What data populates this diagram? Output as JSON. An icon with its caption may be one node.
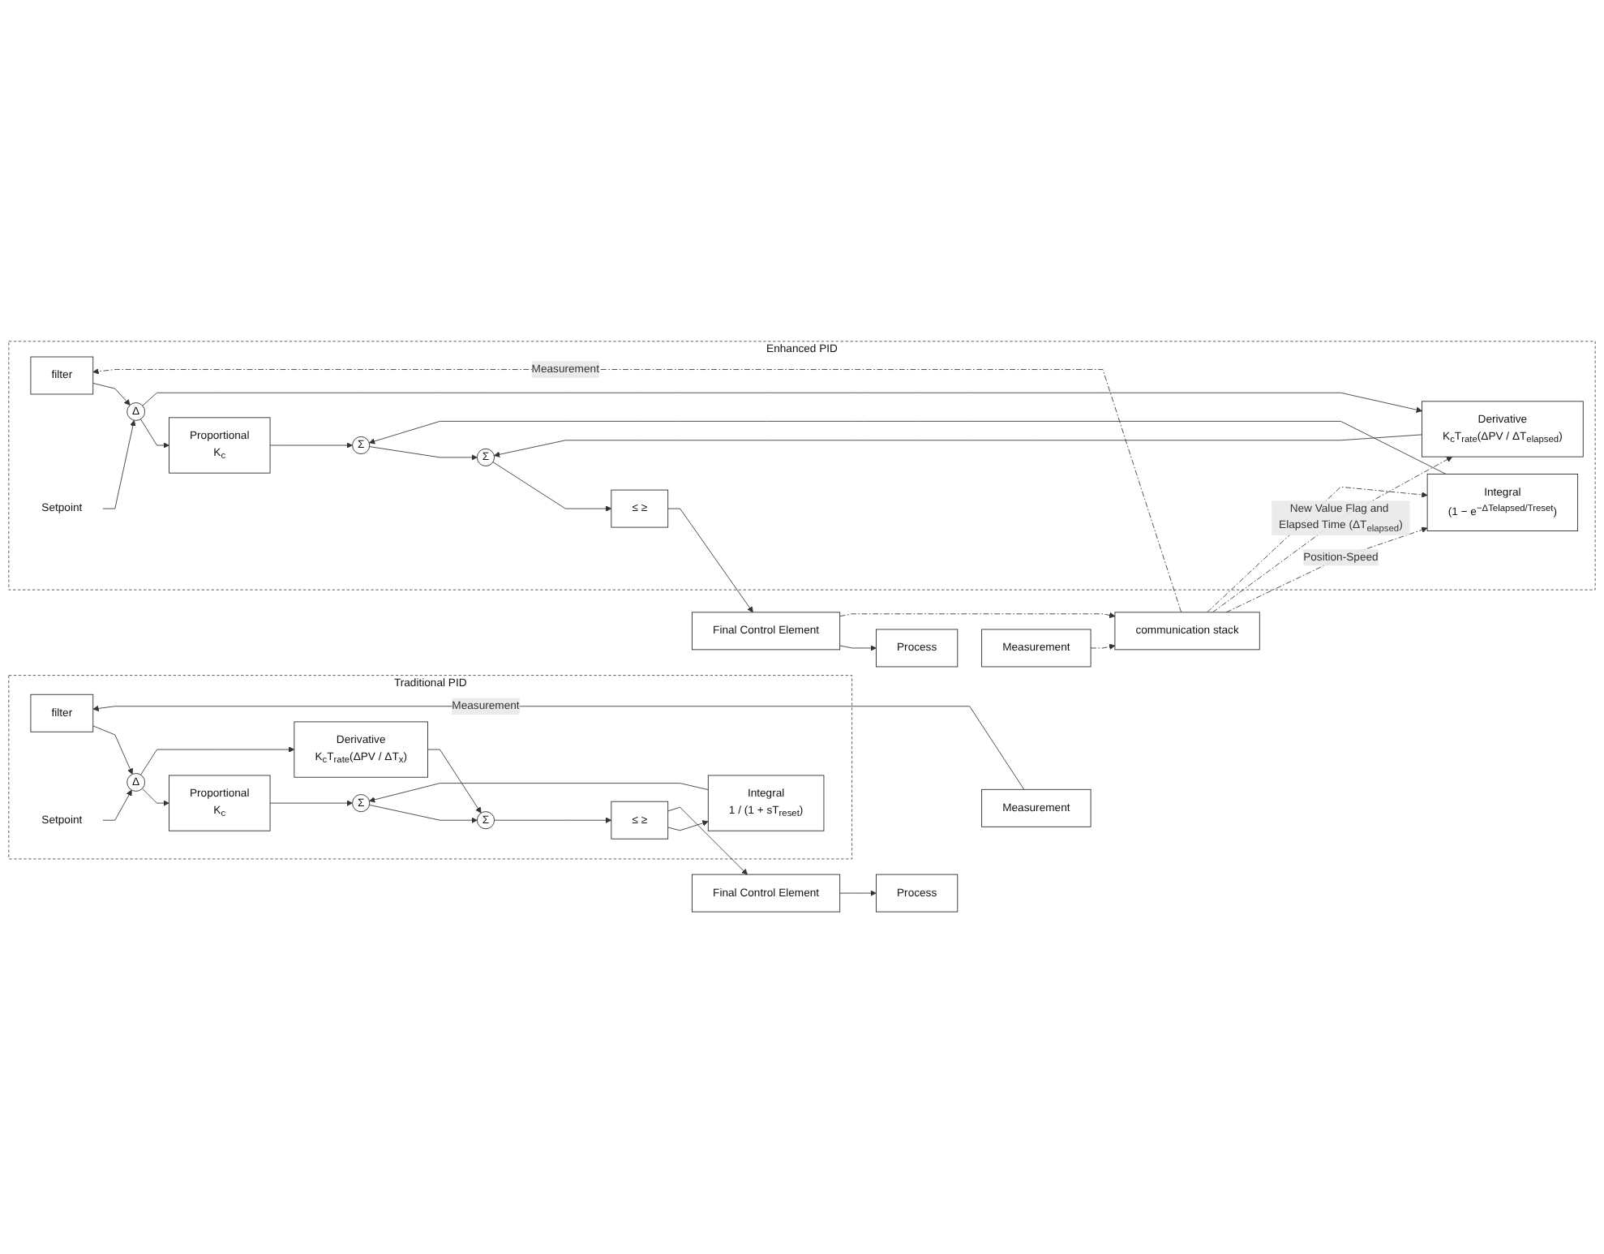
{
  "diagram": {
    "nodes": [
      {
        "text": [
          "Traditional PID"
        ]
      },
      {
        "text": [
          "Setpoint"
        ],
        "in": 0
      },
      {
        "text": [
          "Δ"
        ],
        "in": 0
      },
      {
        "text": [
          "Proportional",
          "K$_{c}$"
        ],
        "in": 0
      },
      {
        "text": [
          "Σ"
        ],
        "in": 0
      },
      {
        "text": [
          "Derivative",
          "K$_{c}$T$_{rate}$(ΔPV / ΔT$_{x}$)"
        ],
        "in": 0
      },
      {
        "text": [
          "Σ"
        ],
        "in": 0
      },
      {
        "text": [
          "Integral",
          "1 / (1 + sT$_{reset}$)"
        ],
        "in": 0
      },
      {
        "text": [
          "≤ ≥"
        ],
        "in": 0
      },
      {
        "text": [
          "filter"
        ],
        "in": 0
      },
      {
        "text": [
          "Final Control Element"
        ]
      },
      {
        "text": [
          "Process"
        ]
      },
      {
        "text": [
          "Measurement"
        ]
      },
      {
        "text": [
          "Enhanced PID"
        ]
      },
      {
        "text": [
          "Setpoint"
        ],
        "in": 13
      },
      {
        "text": [
          "Δ"
        ],
        "in": 13
      },
      {
        "text": [
          "Proportional",
          "K$_{c}$"
        ],
        "in": 13
      },
      {
        "text": [
          "Σ"
        ],
        "in": 13
      },
      {
        "text": [
          "Derivative",
          "K$_{c}$T$_{rate}$(ΔPV / ΔT$_{elapsed}$)"
        ],
        "in": 13
      },
      {
        "text": [
          "Σ"
        ],
        "in": 13
      },
      {
        "text": [
          "Integral",
          "(1 − e$^{−ΔTelapsed/Treset}$)"
        ],
        "in": 13
      },
      {
        "text": [
          "≤ ≥"
        ],
        "in": 13
      },
      {
        "text": [
          "filter"
        ],
        "in": 13
      },
      {
        "text": [
          "communication stack"
        ]
      },
      {
        "text": [
          "Final Control Element"
        ]
      },
      {
        "text": [
          "Process"
        ]
      },
      {
        "text": [
          "Measurement"
        ]
      }
    ],
    "edges": [
      {
        "from": 1,
        "to": 2,
        "arrow": "to"
      },
      {
        "from": 2,
        "to": 3,
        "arrow": "to"
      },
      {
        "from": 2,
        "to": 5,
        "arrow": "to"
      },
      {
        "from": 3,
        "to": 4,
        "arrow": "to"
      },
      {
        "from": 4,
        "to": 6,
        "arrow": "to"
      },
      {
        "from": 5,
        "to": 6,
        "arrow": "to"
      },
      {
        "from": 6,
        "to": 8,
        "arrow": "to"
      },
      {
        "from": 8,
        "to": 7,
        "arrow": "to"
      },
      {
        "from": 7,
        "to": 4,
        "arrow": "to"
      },
      {
        "from": 8,
        "to": 10,
        "arrow": "to"
      },
      {
        "from": 10,
        "to": 11,
        "arrow": "to"
      },
      {
        "from": 12,
        "to": 9,
        "arrow": "to",
        "label": "Measurement"
      },
      {
        "from": 9,
        "to": 2,
        "arrow": "to"
      },
      {
        "from": 14,
        "to": 15,
        "arrow": "to"
      },
      {
        "from": 15,
        "to": 16,
        "arrow": "to"
      },
      {
        "from": 15,
        "to": 18,
        "arrow": "to"
      },
      {
        "from": 16,
        "to": 17,
        "arrow": "to"
      },
      {
        "from": 17,
        "to": 19,
        "arrow": "to"
      },
      {
        "from": 18,
        "to": 19,
        "arrow": "to"
      },
      {
        "from": 19,
        "to": 21,
        "arrow": "to"
      },
      {
        "from": 20,
        "to": 17,
        "arrow": "to"
      },
      {
        "from": 21,
        "to": 24,
        "arrow": "to"
      },
      {
        "from": 24,
        "to": 25,
        "arrow": "to"
      },
      {
        "from": 22,
        "to": 15,
        "arrow": "to"
      },
      {
        "from": 24,
        "to": 23,
        "arrow": "to",
        "style": "dashed"
      },
      {
        "from": 26,
        "to": 23,
        "arrow": "to",
        "style": "dashed"
      },
      {
        "from": 23,
        "to": 20,
        "arrow": "to",
        "style": "dashed",
        "label": "Position-Speed"
      },
      {
        "from": 23,
        "to": 18,
        "arrow": "to",
        "style": "dashed",
        "label": "New Value Flag and Elapsed Time (ΔT$_{elapsed}$)"
      },
      {
        "from": 23,
        "to": 20,
        "arrow": "to",
        "style": "dashed"
      },
      {
        "from": 23,
        "to": 22,
        "arrow": "to",
        "style": "dashed",
        "label": "Measurement"
      }
    ]
  }
}
